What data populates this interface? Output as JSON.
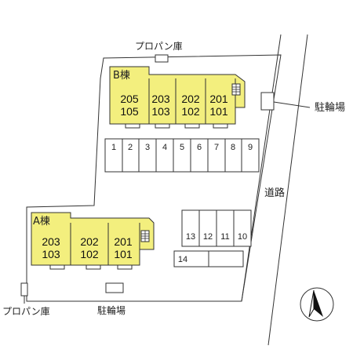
{
  "labels": {
    "building_b": "B棟",
    "building_a": "A棟",
    "propane_top": "プロパン庫",
    "propane_bottom": "プロパン庫",
    "bicycle_right": "駐輪場",
    "bicycle_bottom": "駐輪場",
    "road": "道路"
  },
  "building_b_units": [
    {
      "upper": "205",
      "lower": "105"
    },
    {
      "upper": "203",
      "lower": "103"
    },
    {
      "upper": "202",
      "lower": "102"
    },
    {
      "upper": "201",
      "lower": "101"
    }
  ],
  "building_a_units": [
    {
      "upper": "203",
      "lower": "103"
    },
    {
      "upper": "202",
      "lower": "102"
    },
    {
      "upper": "201",
      "lower": "101"
    }
  ],
  "parking_top": [
    "1",
    "2",
    "3",
    "4",
    "5",
    "6",
    "7",
    "8",
    "9"
  ],
  "parking_middle": [
    "13",
    "12",
    "11",
    "10"
  ],
  "parking_bottom": [
    "14"
  ],
  "colors": {
    "building": "#f3ef7e",
    "outline": "#333333"
  },
  "icons": {
    "stairs": "stairs-icon",
    "north": "north-arrow-icon"
  }
}
